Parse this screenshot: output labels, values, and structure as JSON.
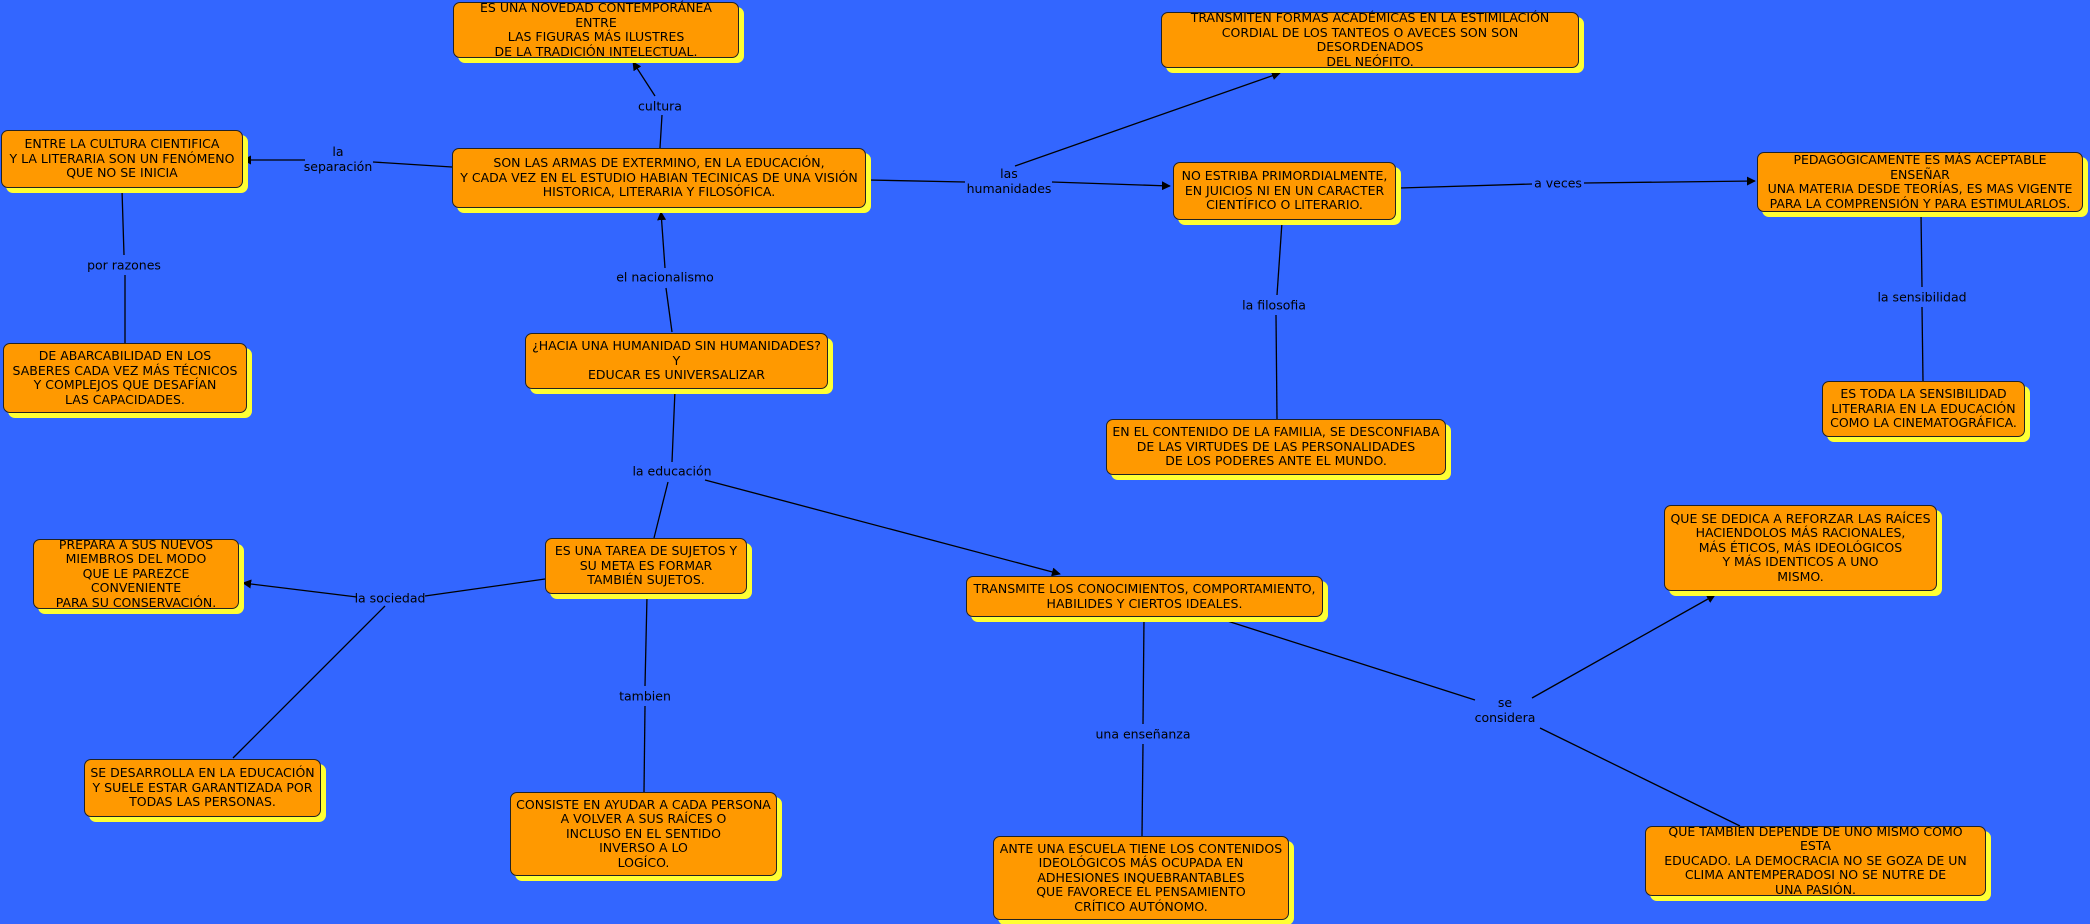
{
  "nodes": {
    "n_cultura": "ES UNA NOVEDAD CONTEMPORÁNEA ENTRE\nLAS FIGURAS MÁS ILUSTRES\nDE LA TRADICIÓN INTELECTUAL.",
    "n_transmiten": "TRANSMITEN FORMAS ACADÉMICAS EN LA ESTIMILACIÓN\nCORDIAL DE LOS TANTEOS O AVECES SON SON DESORDENADOS\nDEL NEÓFITO.",
    "n_cientifica": "ENTRE LA CULTURA CIENTIFICA\nY LA LITERARIA SON UN FENÓMENO\nQUE NO SE INICIA",
    "n_armas": "SON LAS ARMAS DE EXTERMINO, EN LA EDUCACIÓN,\nY CADA VEZ EN EL ESTUDIO HABIAN TECINICAS DE UNA VISIÓN\nHISTORICA, LITERARIA Y FILOSÓFICA.",
    "n_estriba": "NO ESTRIBA PRIMORDIALMENTE,\nEN JUICIOS NI EN UN CARACTER\nCIENTÍFICO O LITERARIO.",
    "n_pedagogic": "PEDAGÓGICAMENTE ES MÁS ACEPTABLE ENSEÑAR\nUNA MATERIA DESDE TEORÍAS, ES MAS VIGENTE\nPARA LA COMPRENSIÓN Y PARA ESTIMULARLOS.",
    "n_abarcabilidad": "DE ABARCABILIDAD EN LOS\nSABERES CADA VEZ MÁS TÉCNICOS\nY COMPLEJOS QUE DESAFÍAN\nLAS CAPACIDADES.",
    "n_hacia": "¿HACIA UNA HUMANIDAD SIN HUMANIDADES?\nY\nEDUCAR ES UNIVERSALIZAR",
    "n_sensibilidad": "ES TODA LA SENSIBILIDAD\nLITERARIA EN LA EDUCACIÓN\nCOMO LA CINEMATOGRÁFICA.",
    "n_familia": "EN EL CONTENIDO DE LA FAMILIA, SE DESCONFIABA\nDE LAS VIRTUDES DE LAS PERSONALIDADES\nDE LOS PODERES ANTE EL MUNDO.",
    "n_raices": "QUE SE DEDICA A REFORZAR LAS RAÍCES\nHACIENDOLOS MÁS RACIONALES,\nMÁS ÉTICOS, MÁS IDEOLÓGICOS\nY MÁS IDENTICOS A UNO\nMISMO.",
    "n_prepara": "PREPARA A SUS NUEVOS\nMIEMBROS DEL MODO\nQUE LE PAREZCE CONVENIENTE\nPARA SU CONSERVACIÓN.",
    "n_tarea": "ES UNA TAREA DE SUJETOS Y\nSU META ES FORMAR\nTAMBIÉN SUJETOS.",
    "n_transmite": "TRANSMITE LOS CONOCIMIENTOS, COMPORTAMIENTO,\nHABILIDES Y CIERTOS IDEALES.",
    "n_desarrolla": "SE DESARROLLA EN LA EDUCACIÓN\nY SUELE ESTAR GARANTIZADA POR\nTODAS LAS PERSONAS.",
    "n_consiste": "CONSISTE EN AYUDAR A CADA PERSONA\nA VOLVER A SUS RAÍCES O\nINCLUSO EN EL SENTIDO\nINVERSO A LO\nLOGÍCO.",
    "n_escuela": "ANTE UNA ESCUELA TIENE LOS CONTENIDOS\nIDEOLÓGICOS MÁS OCUPADA EN\nADHESIONES INQUEBRANTABLES\nQUE FAVORECE EL PENSAMIENTO\nCRÍTICO AUTÓNOMO.",
    "n_depende": "QUE TAMBIEN DEPENDE DE UNO MISMO COMO ESTA\nEDUCADO. LA DEMOCRACIA NO SE GOZA DE UN\nCLIMA ANTEMPERADOSI NO SE NUTRE DE\nUNA PASIÓN."
  },
  "labels": {
    "l_cultura": "cultura",
    "l_separacion": "la\nseparación",
    "l_humanidades": "las\nhumanidades",
    "l_aveces": "a veces",
    "l_porrazones": "por razones",
    "l_nacionalismo": "el nacionalismo",
    "l_filosofia": "la filosofia",
    "l_sensibilidad": "la sensibilidad",
    "l_educacion": "la educación",
    "l_sociedad": "la sociedad",
    "l_tambien": "tambien",
    "l_ensenanza": "una enseñanza",
    "l_considera": "se\nconsidera"
  },
  "colors": {
    "background": "#3366FF",
    "node_fill": "#FF9900",
    "node_shadow": "#FFFF33",
    "line": "#000000"
  }
}
